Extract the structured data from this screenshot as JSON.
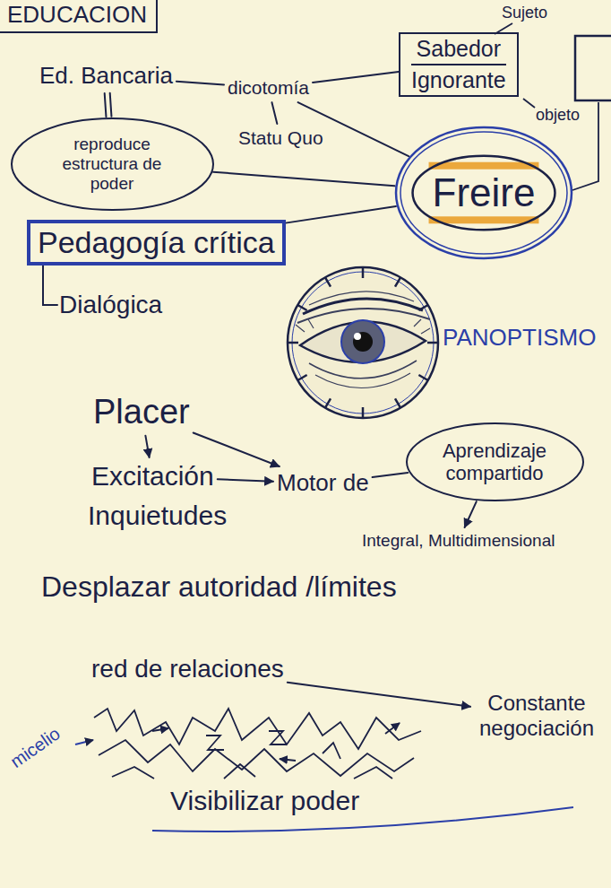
{
  "diagram": {
    "title": "EDUCACION",
    "nodes": [
      {
        "text": [
          "Ed. Bancaria"
        ]
      },
      {
        "text": [
          "dicotomía"
        ]
      },
      {
        "text": [
          "Sabedor",
          "Ignorante"
        ]
      },
      {
        "text": [
          "Statu Quo"
        ]
      },
      {
        "text": [
          "reproduce estructura de poder"
        ]
      },
      {
        "text": [
          "Freire"
        ]
      },
      {
        "text": [
          "Pedagogía crítica"
        ]
      },
      {
        "text": [
          "Dialógica"
        ]
      },
      {
        "text": [
          "Placer"
        ]
      },
      {
        "text": [
          "Excitación"
        ]
      },
      {
        "text": [
          "Motor de"
        ]
      },
      {
        "text": [
          "Aprendizaje compartido"
        ]
      },
      {
        "text": [
          "Integral, Multidimensional"
        ]
      },
      {
        "text": [
          "red de relaciones"
        ]
      },
      {
        "text": [
          "Constante negociación"
        ]
      }
    ],
    "edges": [
      {
        "from": 0,
        "to": 1,
        "arrow": "none"
      },
      {
        "from": 1,
        "to": 2,
        "arrow": "none"
      },
      {
        "from": 1,
        "to": 3,
        "arrow": "none"
      },
      {
        "from": 0,
        "to": 4,
        "arrow": "none"
      },
      {
        "from": 4,
        "to": 5,
        "arrow": "none"
      },
      {
        "from": 1,
        "to": 5,
        "arrow": "none"
      },
      {
        "from": 5,
        "to": 6,
        "arrow": "none"
      },
      {
        "from": 6,
        "to": 7,
        "arrow": "none"
      },
      {
        "from": 8,
        "to": 9,
        "arrow": "to"
      },
      {
        "from": 8,
        "to": 10,
        "arrow": "to"
      },
      {
        "from": 9,
        "to": 10,
        "arrow": "to"
      },
      {
        "from": 10,
        "to": 11,
        "arrow": "none"
      },
      {
        "from": 11,
        "to": 12,
        "arrow": "to"
      },
      {
        "from": 13,
        "to": 14,
        "arrow": "to"
      }
    ],
    "labels": [
      "Sujeto",
      "objeto",
      "PANOPTISMO",
      "Inquietudes",
      "Desplazar autoridad /límites",
      "micelio",
      "Visibilizar poder"
    ]
  }
}
